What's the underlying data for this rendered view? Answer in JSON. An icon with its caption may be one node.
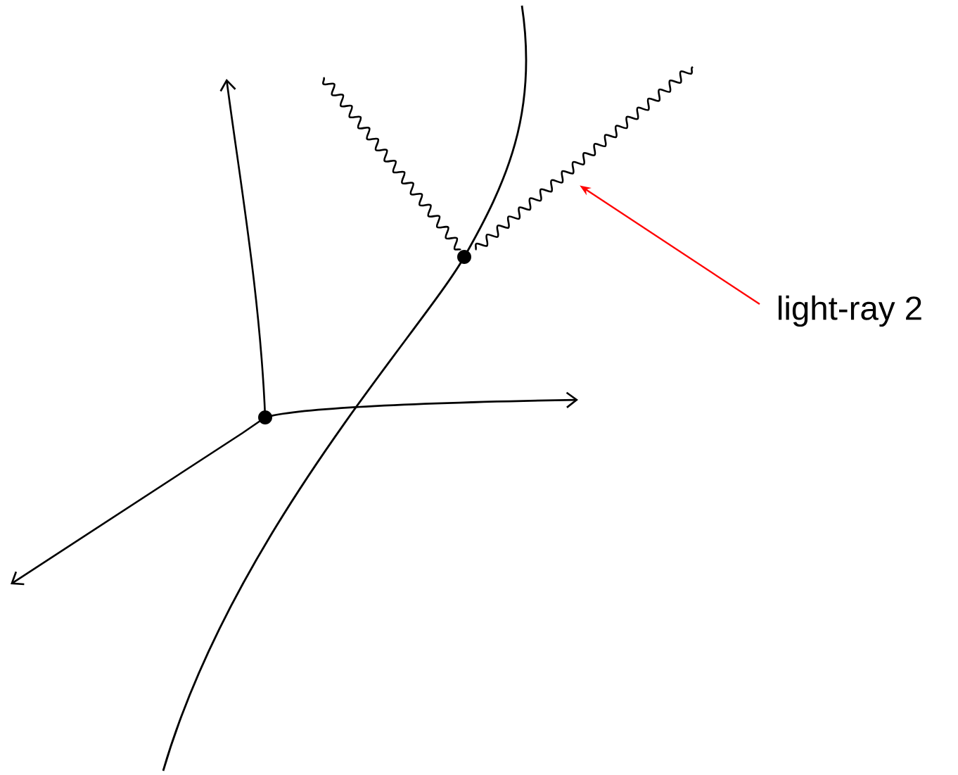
{
  "diagram": {
    "nodes": [
      {
        "text": [
          "light-ray 2"
        ]
      },
      {
        "text": [],
        "shape": "picture"
      }
    ],
    "edges": [
      {
        "from": 0,
        "to": 1,
        "arrow": "to",
        "color": "#ff0000"
      }
    ]
  }
}
